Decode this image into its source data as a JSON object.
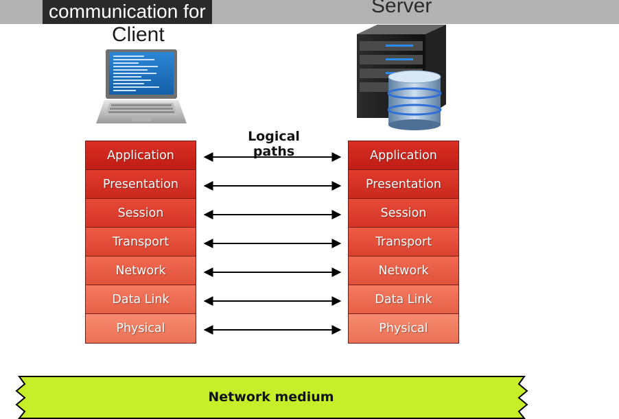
{
  "caption": "communication for",
  "client_label": "Client",
  "server_label": "Server",
  "logical_paths_label": "Logical paths",
  "layers": [
    "Application",
    "Presentation",
    "Session",
    "Transport",
    "Network",
    "Data Link",
    "Physical"
  ],
  "network_medium_label": "Network medium",
  "icons": [
    "laptop-icon",
    "server-icon",
    "database-icon"
  ],
  "colors": {
    "top_bar": "#b3b3b3",
    "caption_bg": "#2a2a2a",
    "layer_top": "#c01d15",
    "layer_bottom": "#ea7055",
    "medium": "#c6ef2a"
  }
}
